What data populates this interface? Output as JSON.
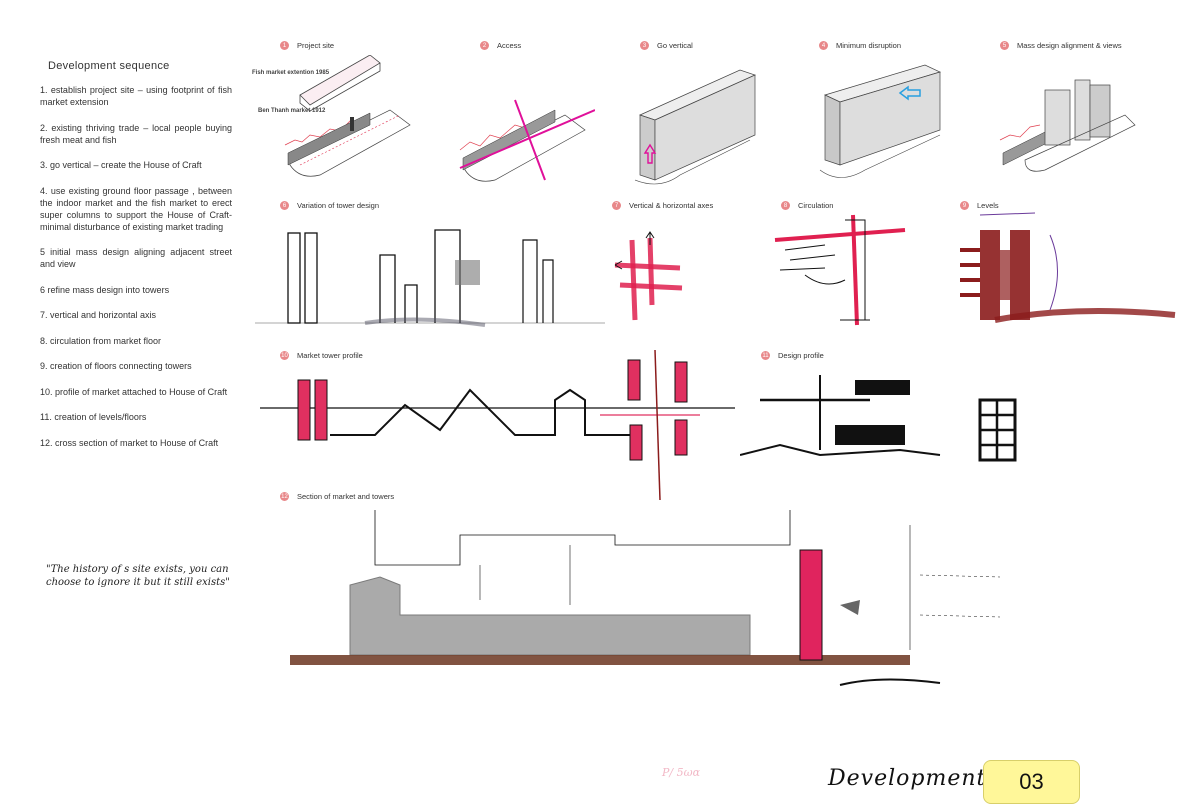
{
  "sidebar": {
    "heading": "Development sequence",
    "items": [
      "1. establish project site – using footprint of fish market extension",
      "2. existing thriving trade – local people buying fresh meat and fish",
      "3. go vertical – create the House of Craft",
      "4. use existing ground floor passage , between the indoor market and the fish market to erect super columns to support the House of Craft- minimal disturbance of existing market trading",
      "5 initial mass design aligning adjacent street and view",
      "6 refine mass design into towers",
      "7. vertical and horizontal axis",
      "8. circulation from market floor",
      "9. creation of floors connecting towers",
      "10. profile of market attached to House of Craft",
      "11. creation of levels/floors",
      "12. cross section of market to House of Craft"
    ],
    "quote": "\"The history of s site exists, you can choose to ignore it but it still exists\""
  },
  "panels": [
    {
      "num": "1",
      "title": "Project site"
    },
    {
      "num": "2",
      "title": "Access"
    },
    {
      "num": "3",
      "title": "Go vertical"
    },
    {
      "num": "4",
      "title": "Minimum disruption"
    },
    {
      "num": "5",
      "title": "Mass design alignment & views"
    },
    {
      "num": "6",
      "title": "Variation of tower design"
    },
    {
      "num": "7",
      "title": "Vertical & horizontal axes"
    },
    {
      "num": "8",
      "title": "Circulation"
    },
    {
      "num": "9",
      "title": "Levels"
    },
    {
      "num": "10",
      "title": "Market tower profile"
    },
    {
      "num": "11",
      "title": "Design profile"
    },
    {
      "num": "12",
      "title": "Section of market and towers"
    }
  ],
  "annotations": {
    "fish_market": "Fish market extention 1985",
    "ben_thanh": "Ben Thanh market 1912"
  },
  "colors": {
    "accent": "#e8888a",
    "highlight": "#e0245e",
    "page_box": "#fff799"
  },
  "footer": {
    "title": "Development",
    "page": "03"
  }
}
